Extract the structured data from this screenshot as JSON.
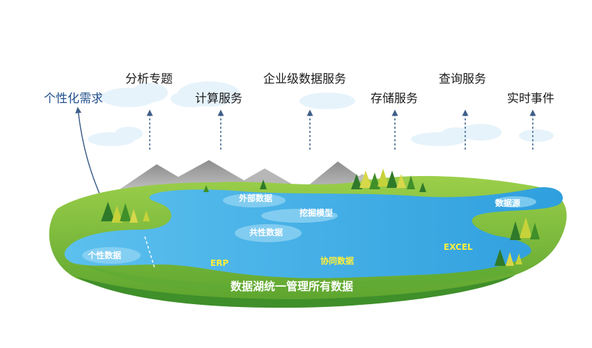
{
  "top_labels": {
    "analysis": "分析专题",
    "enterprise": "企业级数据服务",
    "query": "查询服务",
    "personal_needs": "个性化需求",
    "compute": "计算服务",
    "storage": "存储服务",
    "realtime": "实时事件"
  },
  "lake_labels": {
    "external": "外部数据",
    "mining": "挖掘模型",
    "shared": "共性数据",
    "personal": "个性数据",
    "erp": "ERP",
    "collab": "协同数据",
    "excel": "EXCEL",
    "source": "数据源"
  },
  "caption": "数据湖统一管理所有数据",
  "colors": {
    "lake": "#3fb0e6",
    "lake_light": "#8fd3f3",
    "grass": "#7fc241",
    "grass_dark": "#4a9a2c",
    "mountain": "#a9a9a9",
    "arrow": "#3f5f8a"
  }
}
